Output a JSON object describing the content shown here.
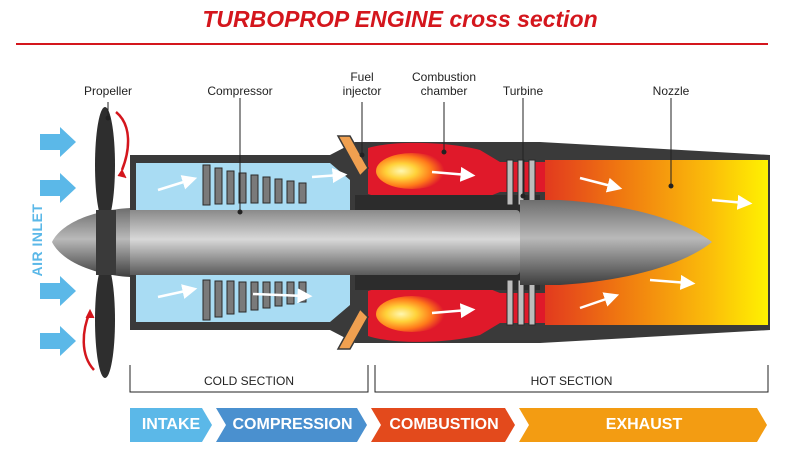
{
  "title": "TURBOPROP ENGINE cross section",
  "side_label": "AIR INLET",
  "labels": {
    "propeller": "Propeller",
    "compressor": "Compressor",
    "fuel_injector_1": "Fuel",
    "fuel_injector_2": "injector",
    "combustion_1": "Combustion",
    "combustion_2": "chamber",
    "turbine": "Turbine",
    "nozzle": "Nozzle"
  },
  "sections": {
    "cold": "COLD SECTION",
    "hot": "HOT SECTION"
  },
  "stages": [
    {
      "label": "INTAKE",
      "color": "#5bb8e8"
    },
    {
      "label": "COMPRESSION",
      "color": "#4a90cf"
    },
    {
      "label": "COMBUSTION",
      "color": "#e34a1c"
    },
    {
      "label": "EXHAUST",
      "color": "#f39c12"
    }
  ],
  "colors": {
    "title": "#d4161d",
    "casing": "#3a3a3a",
    "cold_air": "#a9dcf3",
    "flame": "#e0192a",
    "exhaust_start": "#e8411c",
    "exhaust_end": "#fff200",
    "arrow_air": "#5bb8e8"
  }
}
